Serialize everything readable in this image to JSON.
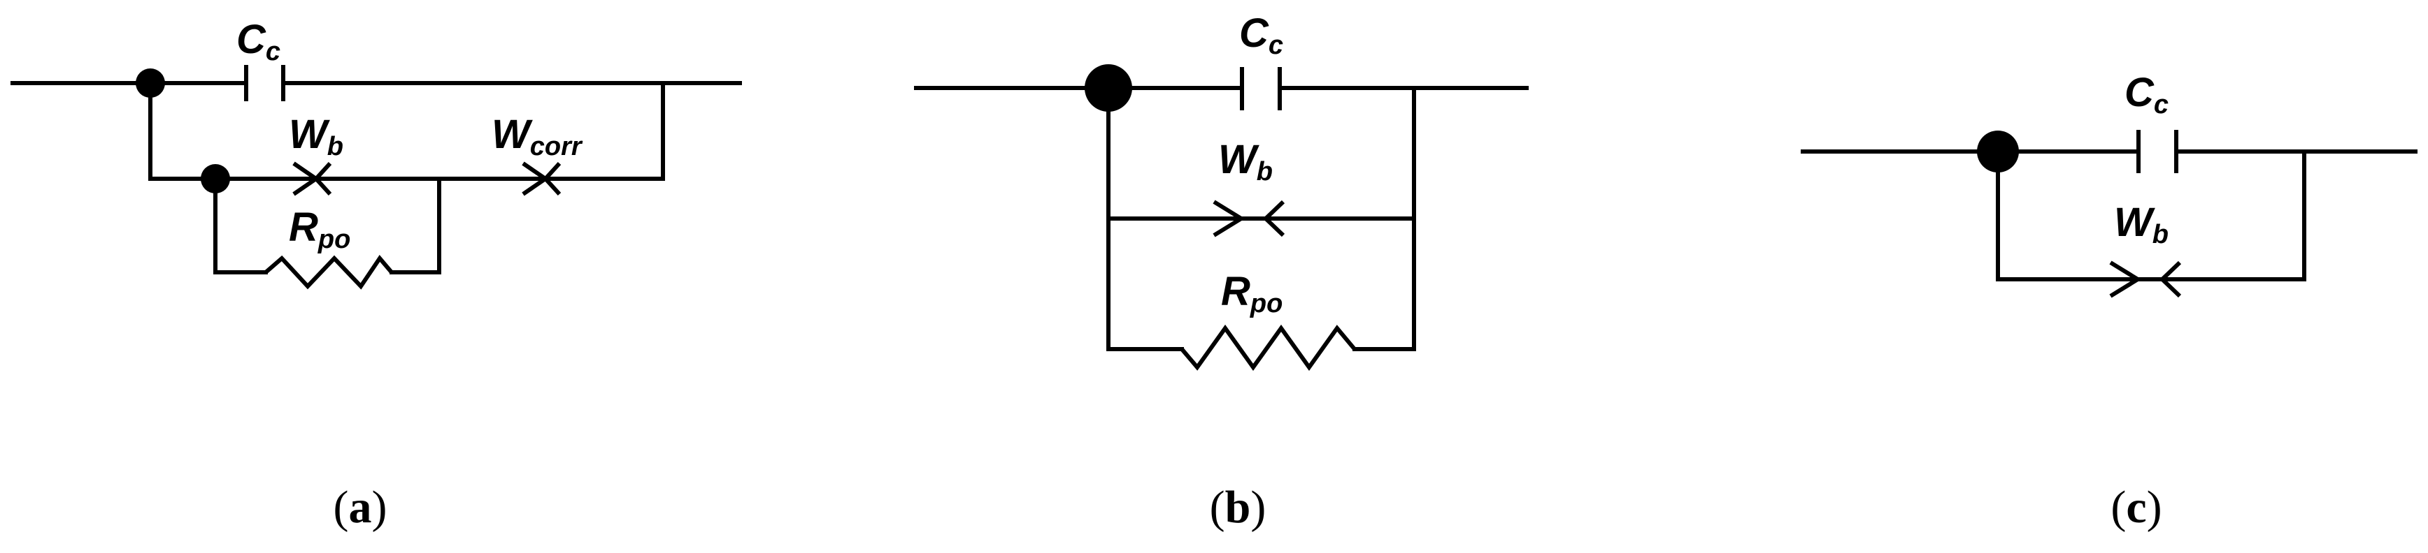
{
  "panels": [
    {
      "caption": {
        "open": "(",
        "letter": "a",
        "close": ")"
      },
      "labels": {
        "capacitor": {
          "main": "C",
          "sub": "c"
        },
        "warburg_b": {
          "main": "W",
          "sub": "b"
        },
        "warburg_corr": {
          "main": "W",
          "sub": "corr"
        },
        "resistor": {
          "main": "R",
          "sub": "po"
        }
      }
    },
    {
      "caption": {
        "open": "(",
        "letter": "b",
        "close": ")"
      },
      "labels": {
        "capacitor": {
          "main": "C",
          "sub": "c"
        },
        "warburg_b": {
          "main": "W",
          "sub": "b"
        },
        "resistor": {
          "main": "R",
          "sub": "po"
        }
      }
    },
    {
      "caption": {
        "open": "(",
        "letter": "c",
        "close": ")"
      },
      "labels": {
        "capacitor": {
          "main": "C",
          "sub": "c"
        },
        "warburg_b": {
          "main": "W",
          "sub": "b"
        }
      }
    }
  ]
}
